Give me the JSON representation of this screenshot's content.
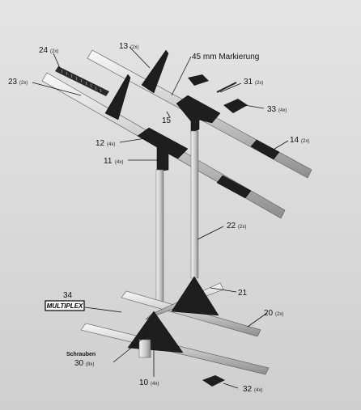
{
  "parts": {
    "p24": {
      "num": "24",
      "count": "(2x)"
    },
    "p13": {
      "num": "13",
      "count": "(2x)"
    },
    "marking": {
      "text": "45 mm Markierung"
    },
    "p31": {
      "num": "31",
      "count": "(2x)"
    },
    "p23": {
      "num": "23",
      "count": "(2x)"
    },
    "p33": {
      "num": "33",
      "count": "(4x)"
    },
    "p15": {
      "num": "15"
    },
    "p14": {
      "num": "14",
      "count": "(2x)"
    },
    "p12": {
      "num": "12",
      "count": "(4x)"
    },
    "p11": {
      "num": "11",
      "count": "(4x)"
    },
    "p22": {
      "num": "22",
      "count": "(2x)"
    },
    "p34": {
      "num": "34"
    },
    "p21": {
      "num": "21"
    },
    "p20": {
      "num": "20",
      "count": "(2x)"
    },
    "screws": {
      "text": "Schrauben"
    },
    "p30": {
      "num": "30",
      "count": "(8x)"
    },
    "p10": {
      "num": "10",
      "count": "(4x)"
    },
    "p32": {
      "num": "32",
      "count": "(4x)"
    }
  },
  "logo": {
    "text": "MULTIPLEX"
  }
}
